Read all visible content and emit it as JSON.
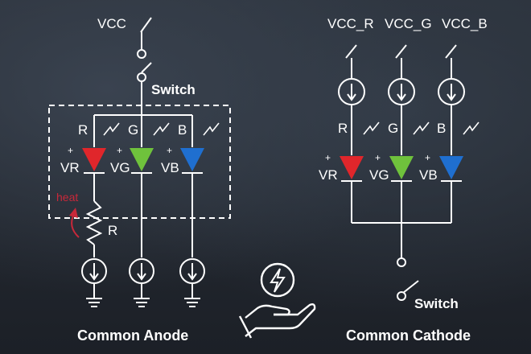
{
  "common_anode": {
    "vcc_label": "VCC",
    "switch_label": "Switch",
    "r_label": "R",
    "g_label": "G",
    "b_label": "B",
    "vr_label": "VR",
    "vg_label": "VG",
    "vb_label": "VB",
    "plus": "+",
    "heat_label": "heat",
    "resistor_label": "R",
    "caption": "Common Anode"
  },
  "common_cathode": {
    "vcc_r_label": "VCC_R",
    "vcc_g_label": "VCC_G",
    "vcc_b_label": "VCC_B",
    "r_label": "R",
    "g_label": "G",
    "b_label": "B",
    "vr_label": "VR",
    "vg_label": "VG",
    "vb_label": "VB",
    "plus": "+",
    "switch_label": "Switch",
    "caption": "Common Cathode"
  },
  "colors": {
    "red": "#e0262b",
    "green": "#6fc23c",
    "blue": "#1f6fd0",
    "heat": "#c8283a",
    "line": "#ffffff"
  },
  "icons": [
    "energy-hand-icon",
    "lightning-bolt-icon",
    "current-source-icon",
    "ground-icon",
    "light-emission-arrows-icon"
  ]
}
